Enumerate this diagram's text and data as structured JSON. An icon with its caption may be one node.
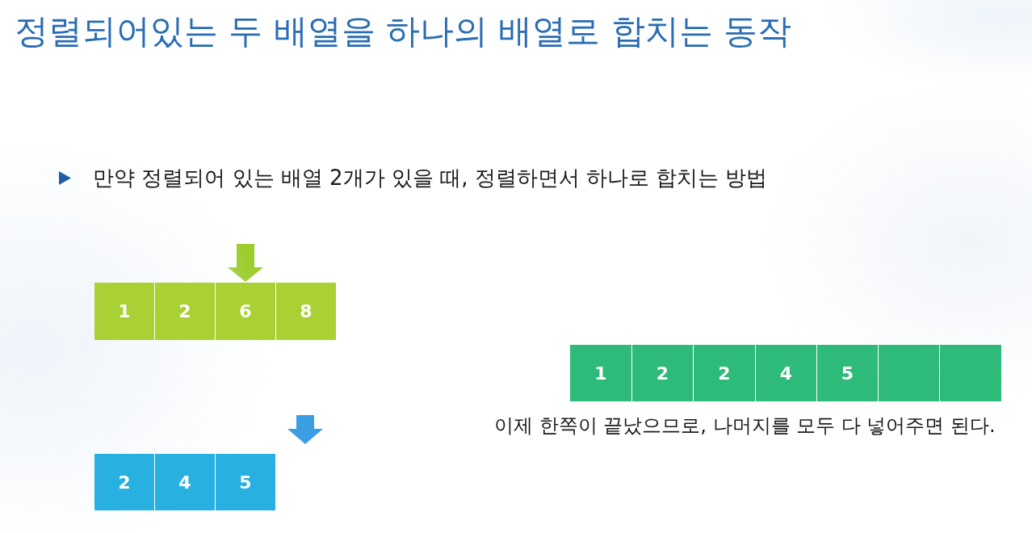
{
  "diagram": {
    "title": "정렬되어있는 두 배열을 하나의 배열로 합치는 동작",
    "nodes": [
      {
        "text": [
          "1"
        ]
      },
      {
        "text": [
          "2"
        ]
      },
      {
        "text": [
          "6"
        ]
      },
      {
        "text": [
          "8"
        ]
      },
      {
        "text": [
          "2"
        ]
      },
      {
        "text": [
          "4"
        ]
      },
      {
        "text": [
          "5"
        ]
      },
      {
        "text": [
          "1"
        ]
      },
      {
        "text": [
          "2"
        ]
      },
      {
        "text": [
          "2"
        ]
      },
      {
        "text": [
          "4"
        ]
      },
      {
        "text": [
          "5"
        ]
      },
      {
        "text": [],
        "shape": "box"
      },
      {
        "text": [],
        "shape": "box"
      }
    ],
    "edges": [
      {
        "from": null,
        "to": 2,
        "arrow": "to"
      }
    ],
    "labels": [
      "만약 정렬되어 있는 배열 2개가 있을 때, 정렬하면서 하나로 합치는 방법",
      "이제 한쪽이 끝났으므로, 나머지를 모두 다 넣어주면 된다."
    ]
  }
}
